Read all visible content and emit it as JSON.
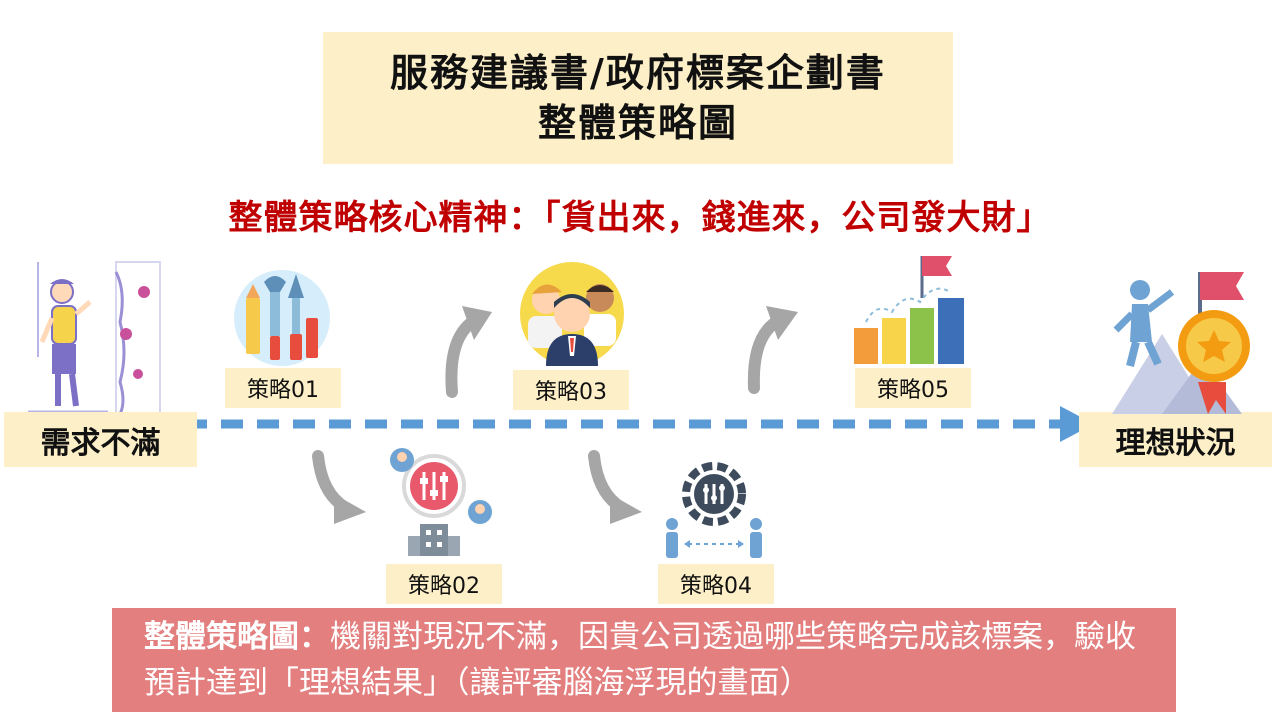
{
  "title": {
    "line1": "服務建議書/政府標案企劃書",
    "line2": "整體策略圖"
  },
  "core_spirit": "整體策略核心精神：「貨出來，錢進來，公司發大財」",
  "start_label": "需求不滿",
  "end_label": "理想狀況",
  "strategies": [
    {
      "label": "策略01",
      "icon": "tools-icon"
    },
    {
      "label": "策略02",
      "icon": "network-settings-icon"
    },
    {
      "label": "策略03",
      "icon": "team-people-icon"
    },
    {
      "label": "策略04",
      "icon": "gear-people-icon"
    },
    {
      "label": "策略05",
      "icon": "growth-chart-flag-icon"
    }
  ],
  "bottom_note": {
    "heading": "整體策略圖：",
    "text": "機關對現況不滿，因貴公司透過哪些策略完成該標案，驗收預計達到「理想結果」（讓評審腦海浮現的畫面）"
  },
  "colors": {
    "title_bg": "#fdf0c8",
    "core_text": "#c00000",
    "arrow_blue": "#5b9bd5",
    "curve_gray": "#a6a6a6",
    "note_bg": "#e37f7f"
  }
}
